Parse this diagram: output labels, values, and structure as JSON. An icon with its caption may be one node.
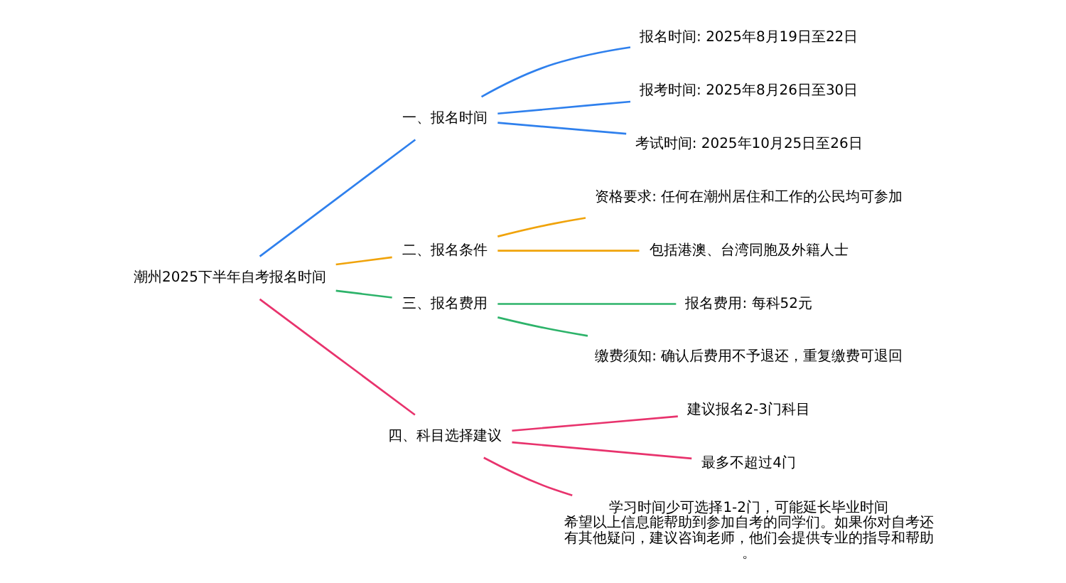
{
  "diagram": {
    "nodes": [
      {
        "text": [
          "潮州2025下半年自考报名时间"
        ]
      },
      {
        "text": [
          "一、报名时间"
        ]
      },
      {
        "text": [
          "报名时间: 2025年8月19日至22日"
        ]
      },
      {
        "text": [
          "报考时间: 2025年8月26日至30日"
        ]
      },
      {
        "text": [
          "考试时间: 2025年10月25日至26日"
        ]
      },
      {
        "text": [
          "二、报名条件"
        ]
      },
      {
        "text": [
          "资格要求: 任何在潮州居住和工作的公民均可参加"
        ]
      },
      {
        "text": [
          "包括港澳、台湾同胞及外籍人士"
        ]
      },
      {
        "text": [
          "三、报名费用"
        ]
      },
      {
        "text": [
          "报名费用: 每科52元"
        ]
      },
      {
        "text": [
          "缴费须知: 确认后费用不予退还，重复缴费可退回"
        ]
      },
      {
        "text": [
          "四、科目选择建议"
        ]
      },
      {
        "text": [
          "建议报名2-3门科目"
        ]
      },
      {
        "text": [
          "最多不超过4门"
        ]
      },
      {
        "text": [
          "学习时间少可选择1-2门，可能延长毕业时间",
          "希望以上信息能帮助到参加自考的同学们。如果你对自考还有其他疑问，建议咨询老师，他们会提供专业的指导和帮助。"
        ]
      }
    ],
    "edges": [
      {
        "from": 0,
        "to": 1,
        "arrow": "none",
        "color": "#2f80ed"
      },
      {
        "from": 1,
        "to": 2,
        "arrow": "none",
        "color": "#2f80ed"
      },
      {
        "from": 1,
        "to": 3,
        "arrow": "none",
        "color": "#2f80ed"
      },
      {
        "from": 1,
        "to": 4,
        "arrow": "none",
        "color": "#2f80ed"
      },
      {
        "from": 0,
        "to": 5,
        "arrow": "none",
        "color": "#f0a30a"
      },
      {
        "from": 5,
        "to": 6,
        "arrow": "none",
        "color": "#f0a30a"
      },
      {
        "from": 5,
        "to": 7,
        "arrow": "none",
        "color": "#f0a30a"
      },
      {
        "from": 0,
        "to": 8,
        "arrow": "none",
        "color": "#2db36a"
      },
      {
        "from": 8,
        "to": 9,
        "arrow": "none",
        "color": "#2db36a"
      },
      {
        "from": 8,
        "to": 10,
        "arrow": "none",
        "color": "#2db36a"
      },
      {
        "from": 0,
        "to": 11,
        "arrow": "none",
        "color": "#e8336d"
      },
      {
        "from": 11,
        "to": 12,
        "arrow": "none",
        "color": "#e8336d"
      },
      {
        "from": 11,
        "to": 13,
        "arrow": "none",
        "color": "#e8336d"
      },
      {
        "from": 11,
        "to": 14,
        "arrow": "none",
        "color": "#e8336d"
      }
    ]
  }
}
